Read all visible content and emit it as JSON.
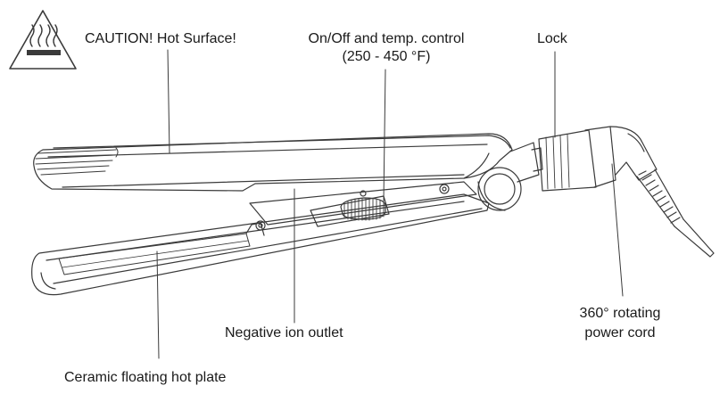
{
  "warning": {
    "icon": "hot-surface-warning-icon",
    "text": "CAUTION! Hot Surface!"
  },
  "labels": {
    "control_line1": "On/Off and temp. control",
    "control_line2": "(250 - 450 °F)",
    "lock": "Lock",
    "rotating_line1": "360° rotating",
    "rotating_line2": "power cord",
    "ion_outlet": "Negative ion outlet",
    "hot_plate": "Ceramic floating hot plate"
  },
  "colors": {
    "stroke": "#3a3a3a",
    "text": "#1a1a1a"
  }
}
